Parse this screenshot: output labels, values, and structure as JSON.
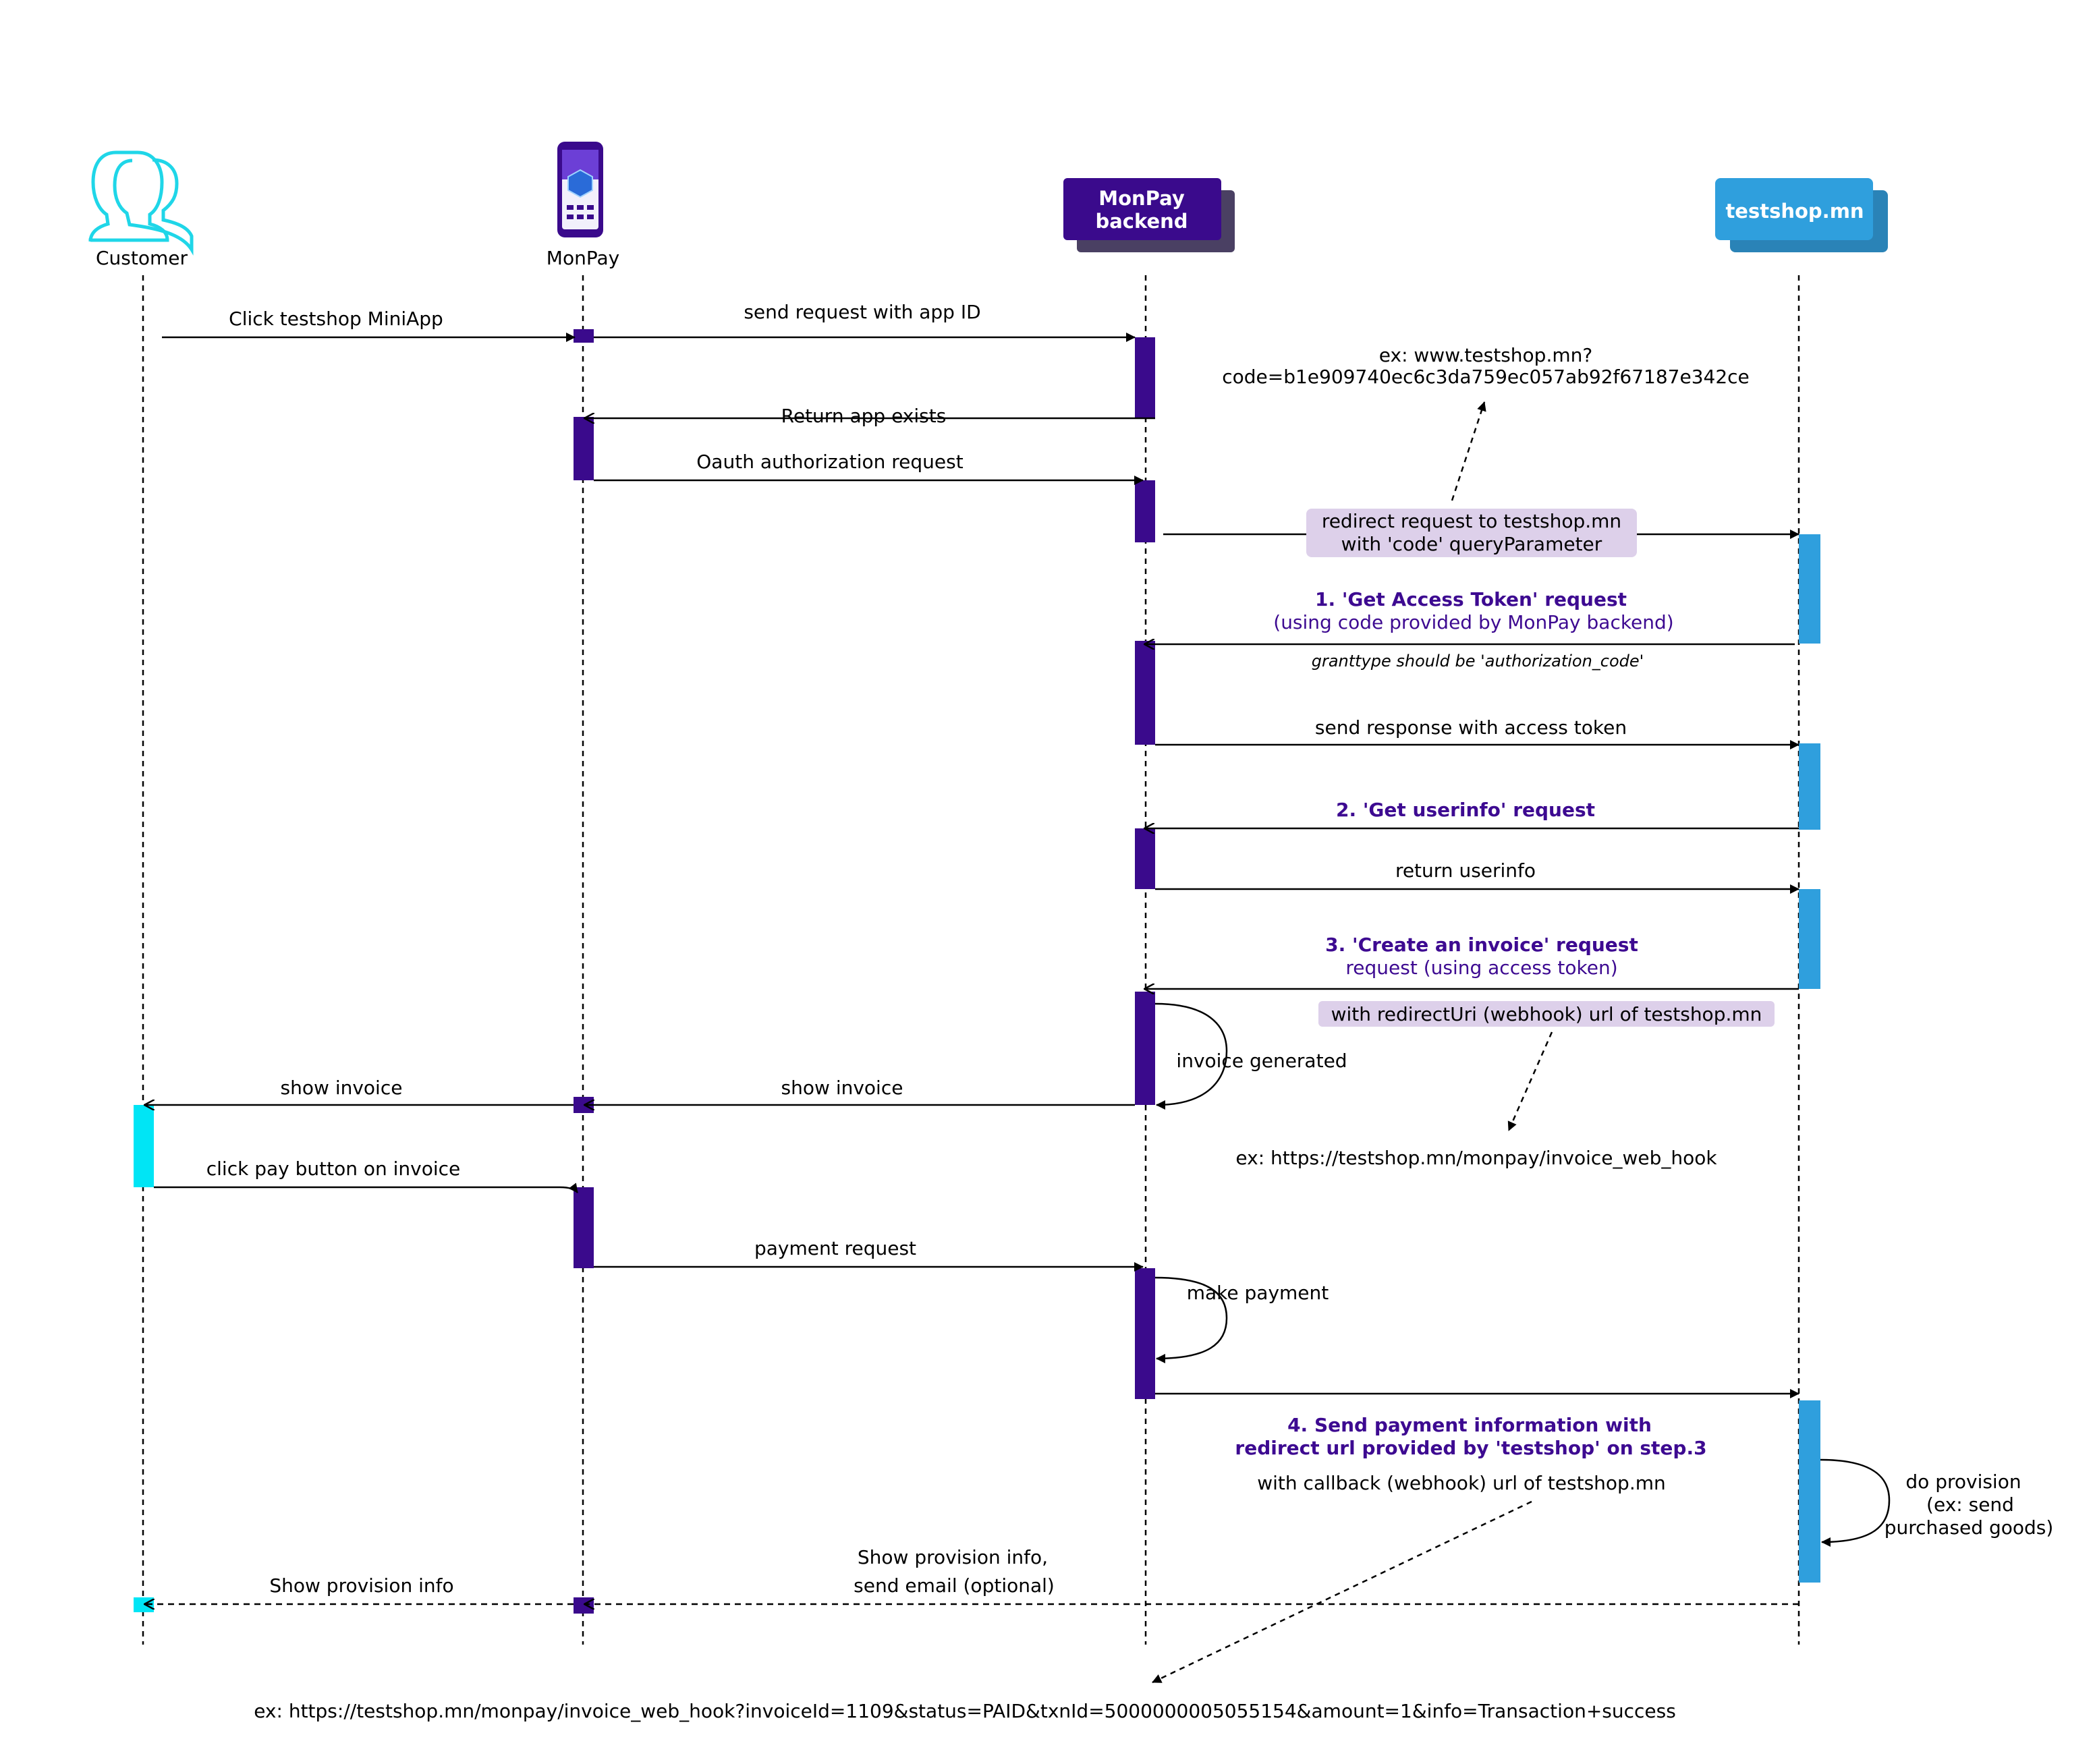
{
  "participants": {
    "customer": {
      "label": "Customer",
      "color": "#1fd6e8"
    },
    "monpay": {
      "label": "MonPay"
    },
    "backend": {
      "label_line1": "MonPay",
      "label_line2": "backend",
      "color": "#3a0a8c"
    },
    "shop": {
      "label": "testshop.mn",
      "color": "#2f9fdd"
    }
  },
  "messages": {
    "m1": "Click testshop MiniApp",
    "m2": "send request with app ID",
    "m3": "Return app exists",
    "m4": "Oauth authorization request",
    "m5_line1": "redirect request to testshop.mn",
    "m5_line2": "with 'code' queryParameter",
    "m5_note_line1": "ex: www.testshop.mn?",
    "m5_note_line2": "code=b1e909740ec6c3da759ec057ab92f67187e342ce",
    "m6_title": "1. 'Get Access Token' request",
    "m6_sub": "(using code provided by MonPay backend)",
    "m6_note": "granttype should be 'authorization_code'",
    "m7": "send response with access token",
    "m8_title": "2. 'Get userinfo' request",
    "m9": "return userinfo",
    "m10_title": "3. 'Create an invoice' request",
    "m10_sub": "request (using access token)",
    "m10_note": "with redirectUri (webhook) url of testshop.mn",
    "m10_example": "ex: https://testshop.mn/monpay/invoice_web_hook",
    "self1": "invoice generated",
    "m11": "show invoice",
    "m12": "show invoice",
    "m13": "click pay button on invoice",
    "m14": "payment request",
    "self2": "make payment",
    "m15_title_line1": "4. Send payment information with",
    "m15_title_line2": "redirect url provided by 'testshop' on step.3",
    "m15_note": "with callback (webhook) url of testshop.mn",
    "self3_line1": "do provision",
    "self3_line2": "(ex: send",
    "self3_line3": "purchased goods)",
    "m16_line1": "Show provision info,",
    "m16_line2": "send email (optional)",
    "m17": "Show provision info",
    "final_example": "ex: https://testshop.mn/monpay/invoice_web_hook?invoiceId=1109&status=PAID&txnId=5000000005055154&amount=1&info=Transaction+success"
  },
  "colors": {
    "accent_purple": "#3a0a8c",
    "step_title_purple": "#3d0a91",
    "note_bg": "#ddd0ea",
    "shop_blue": "#2f9fdd",
    "customer_cyan": "#00e5f5"
  }
}
